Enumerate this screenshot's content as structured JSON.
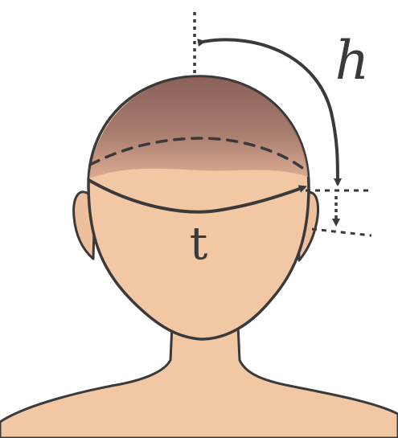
{
  "labels": {
    "height": "h",
    "circumference": "t"
  },
  "colors": {
    "skin": "#f2c7a4",
    "skin_shade": "#e9b795",
    "hair": "#a07468",
    "hair_dark": "#7f5550",
    "outline": "#3a3a3a",
    "background": "#ffffff"
  },
  "icons": {
    "height_arrow": "curved-double-arrow",
    "circumference_arrow": "band-arrow",
    "gap_arrow": "small-double-arrow"
  }
}
